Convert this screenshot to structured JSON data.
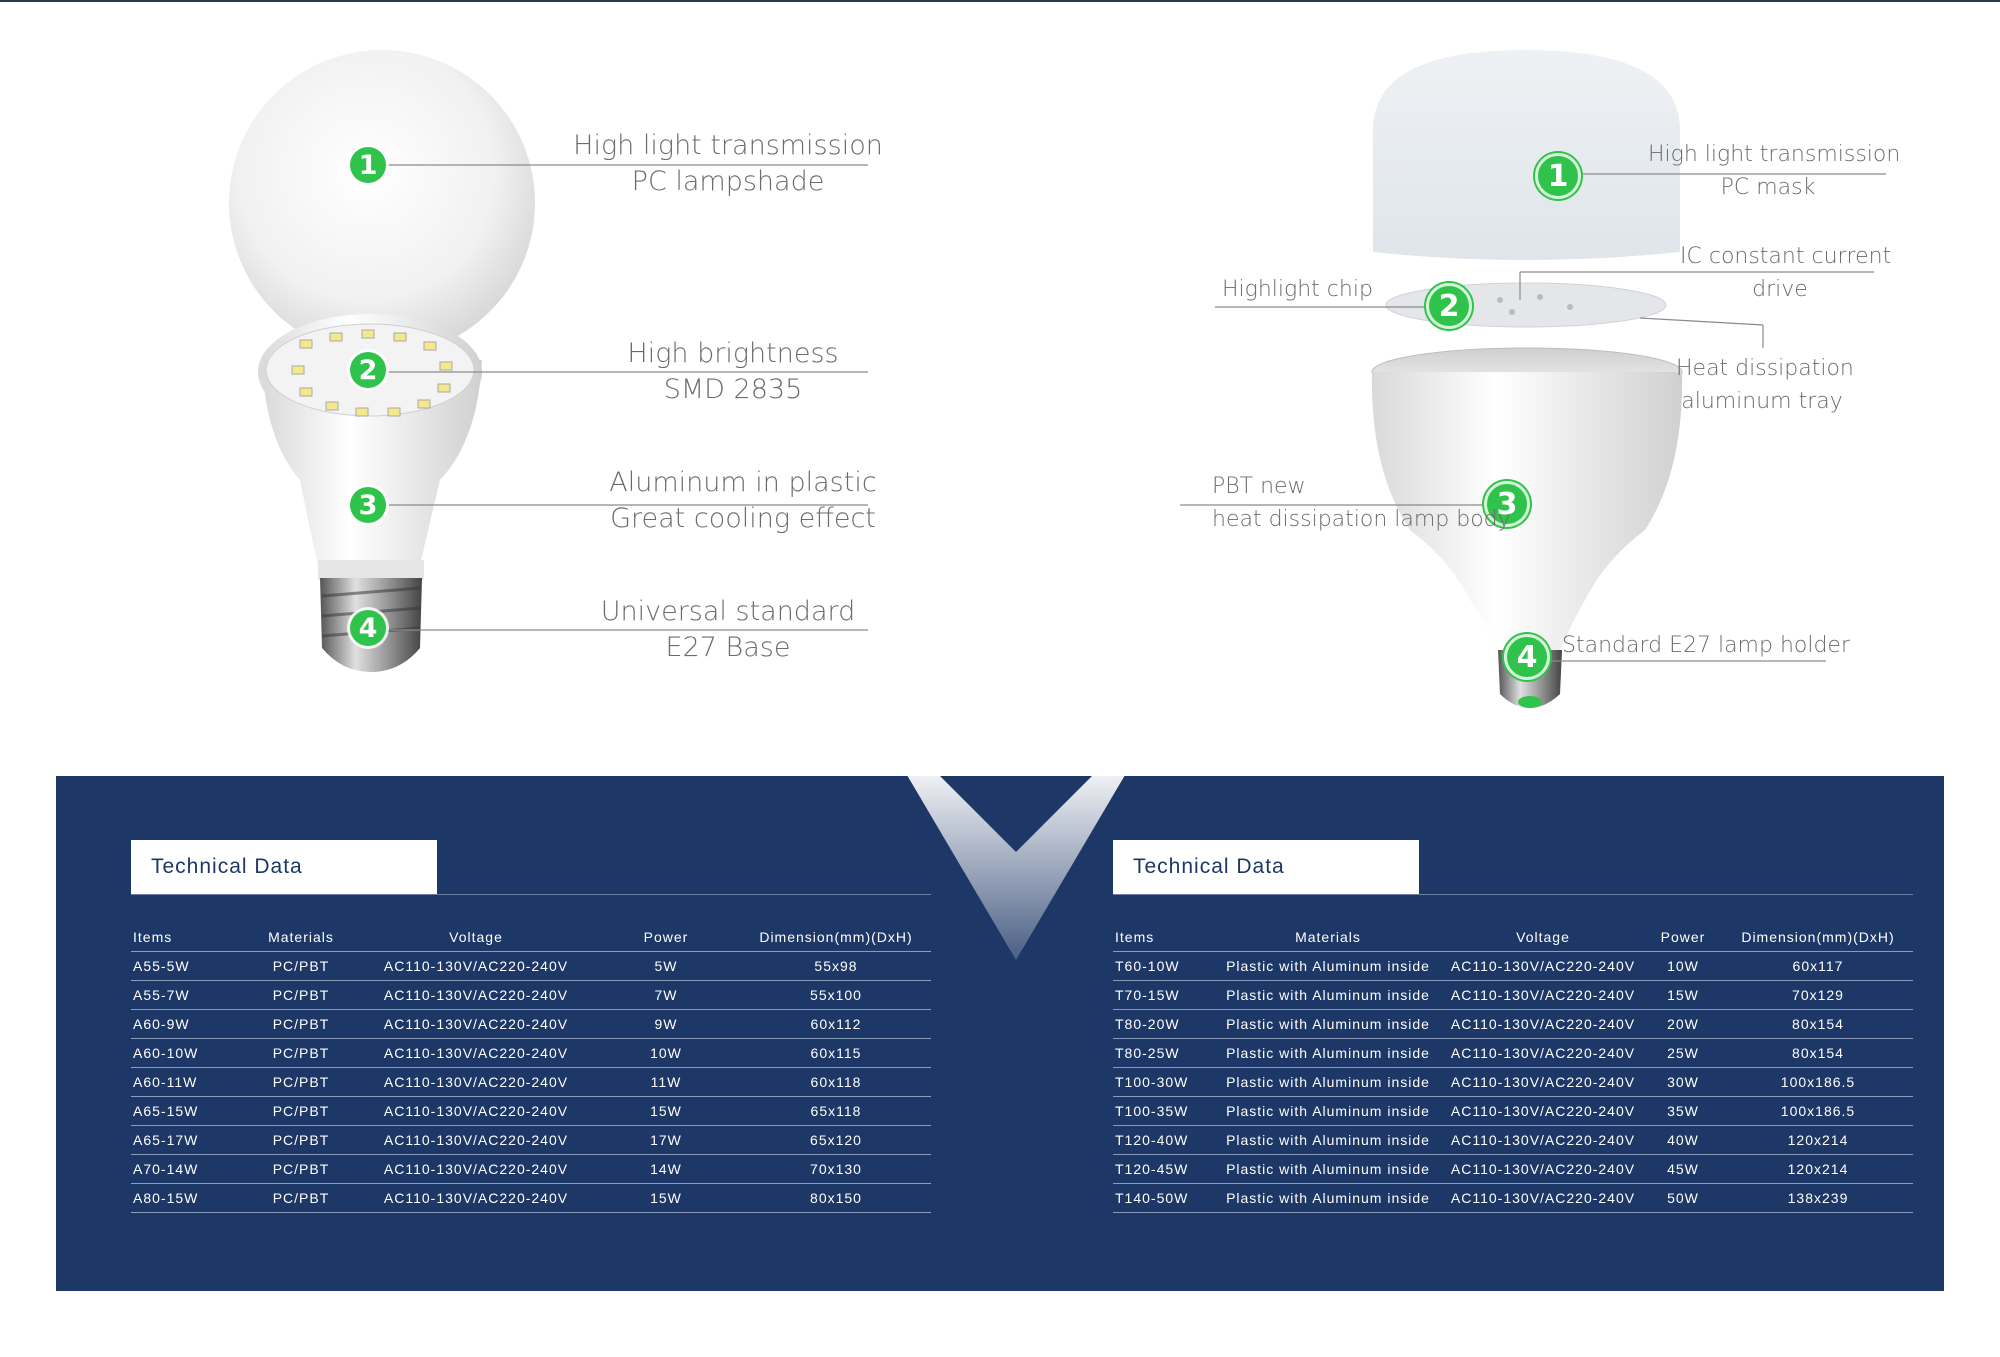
{
  "left_bulb": {
    "callouts": [
      {
        "num": "1",
        "line1": "High light transmission",
        "line2": "PC lampshade"
      },
      {
        "num": "2",
        "line1": "High brightness",
        "line2": "SMD 2835"
      },
      {
        "num": "3",
        "line1": "Aluminum in plastic",
        "line2": "Great cooling effect"
      },
      {
        "num": "4",
        "line1": "Universal standard",
        "line2": "E27 Base"
      }
    ]
  },
  "right_bulb": {
    "callouts": [
      {
        "num": "1",
        "line1": "High light transmission",
        "line2": "PC mask"
      },
      {
        "num": "",
        "line1": "IC constant current",
        "line2": "drive"
      },
      {
        "num": "2",
        "line1": "Highlight chip",
        "line2": ""
      },
      {
        "num": "",
        "line1": "Heat dissipation",
        "line2": "aluminum tray"
      },
      {
        "num": "3",
        "line1": "PBT new",
        "line2": "heat dissipation lamp body"
      },
      {
        "num": "4",
        "line1": "Standard E27 lamp holder",
        "line2": ""
      }
    ]
  },
  "colors": {
    "panel": "#1d3766",
    "badge": "#2fc34c",
    "text_gray": "#6b6b6b"
  },
  "tables": [
    {
      "title": "Technical Data",
      "headers": [
        "Items",
        "Materials",
        "Voltage",
        "Power",
        "Dimension(mm)(DxH)"
      ],
      "rows": [
        [
          "A55-5W",
          "PC/PBT",
          "AC110-130V/AC220-240V",
          "5W",
          "55x98"
        ],
        [
          "A55-7W",
          "PC/PBT",
          "AC110-130V/AC220-240V",
          "7W",
          "55x100"
        ],
        [
          "A60-9W",
          "PC/PBT",
          "AC110-130V/AC220-240V",
          "9W",
          "60x112"
        ],
        [
          "A60-10W",
          "PC/PBT",
          "AC110-130V/AC220-240V",
          "10W",
          "60x115"
        ],
        [
          "A60-11W",
          "PC/PBT",
          "AC110-130V/AC220-240V",
          "11W",
          "60x118"
        ],
        [
          "A65-15W",
          "PC/PBT",
          "AC110-130V/AC220-240V",
          "15W",
          "65x118"
        ],
        [
          "A65-17W",
          "PC/PBT",
          "AC110-130V/AC220-240V",
          "17W",
          "65x120"
        ],
        [
          "A70-14W",
          "PC/PBT",
          "AC110-130V/AC220-240V",
          "14W",
          "70x130"
        ],
        [
          "A80-15W",
          "PC/PBT",
          "AC110-130V/AC220-240V",
          "15W",
          "80x150"
        ]
      ]
    },
    {
      "title": "Technical Data",
      "headers": [
        "Items",
        "Materials",
        "Voltage",
        "Power",
        "Dimension(mm)(DxH)"
      ],
      "rows": [
        [
          "T60-10W",
          "Plastic with Aluminum inside",
          "AC110-130V/AC220-240V",
          "10W",
          "60x117"
        ],
        [
          "T70-15W",
          "Plastic with Aluminum inside",
          "AC110-130V/AC220-240V",
          "15W",
          "70x129"
        ],
        [
          "T80-20W",
          "Plastic with Aluminum inside",
          "AC110-130V/AC220-240V",
          "20W",
          "80x154"
        ],
        [
          "T80-25W",
          "Plastic with Aluminum inside",
          "AC110-130V/AC220-240V",
          "25W",
          "80x154"
        ],
        [
          "T100-30W",
          "Plastic with Aluminum inside",
          "AC110-130V/AC220-240V",
          "30W",
          "100x186.5"
        ],
        [
          "T100-35W",
          "Plastic with Aluminum inside",
          "AC110-130V/AC220-240V",
          "35W",
          "100x186.5"
        ],
        [
          "T120-40W",
          "Plastic with Aluminum inside",
          "AC110-130V/AC220-240V",
          "40W",
          "120x214"
        ],
        [
          "T120-45W",
          "Plastic with Aluminum inside",
          "AC110-130V/AC220-240V",
          "45W",
          "120x214"
        ],
        [
          "T140-50W",
          "Plastic with Aluminum inside",
          "AC110-130V/AC220-240V",
          "50W",
          "138x239"
        ]
      ]
    }
  ]
}
